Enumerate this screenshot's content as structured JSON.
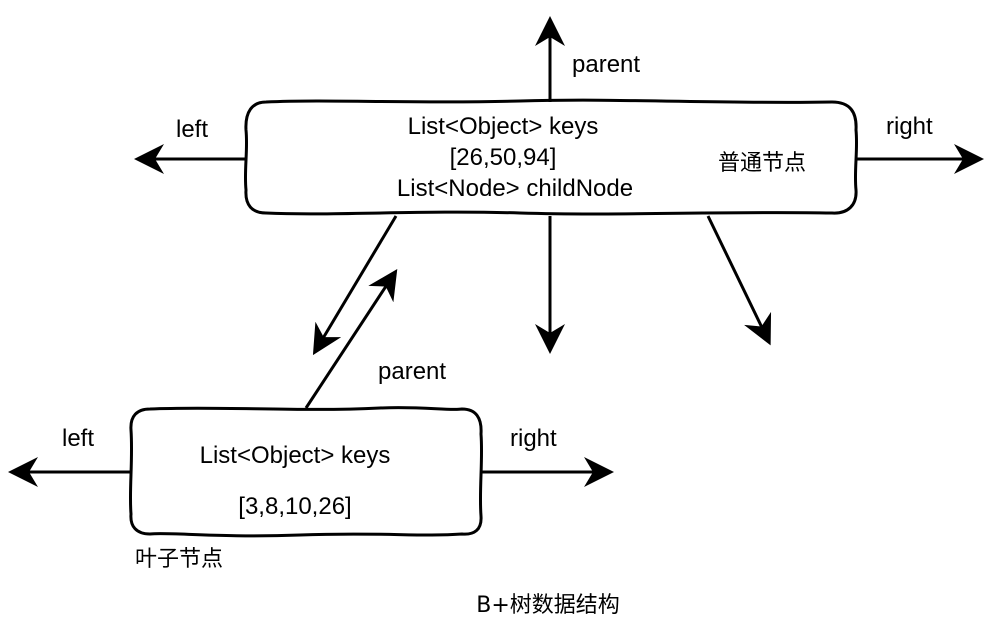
{
  "diagram": {
    "title": "B+树数据结构",
    "internal_node": {
      "type_label": "普通节点",
      "keys_label": "List<Object> keys",
      "keys_value": "[26,50,94]",
      "children_label": "List<Node> childNode",
      "parent_label": "parent",
      "left_label": "left",
      "right_label": "right"
    },
    "leaf_node": {
      "type_label": "叶子节点",
      "keys_label": "List<Object> keys",
      "keys_value": "[3,8,10,26]",
      "parent_label": "parent",
      "left_label": "left",
      "right_label": "right"
    }
  }
}
